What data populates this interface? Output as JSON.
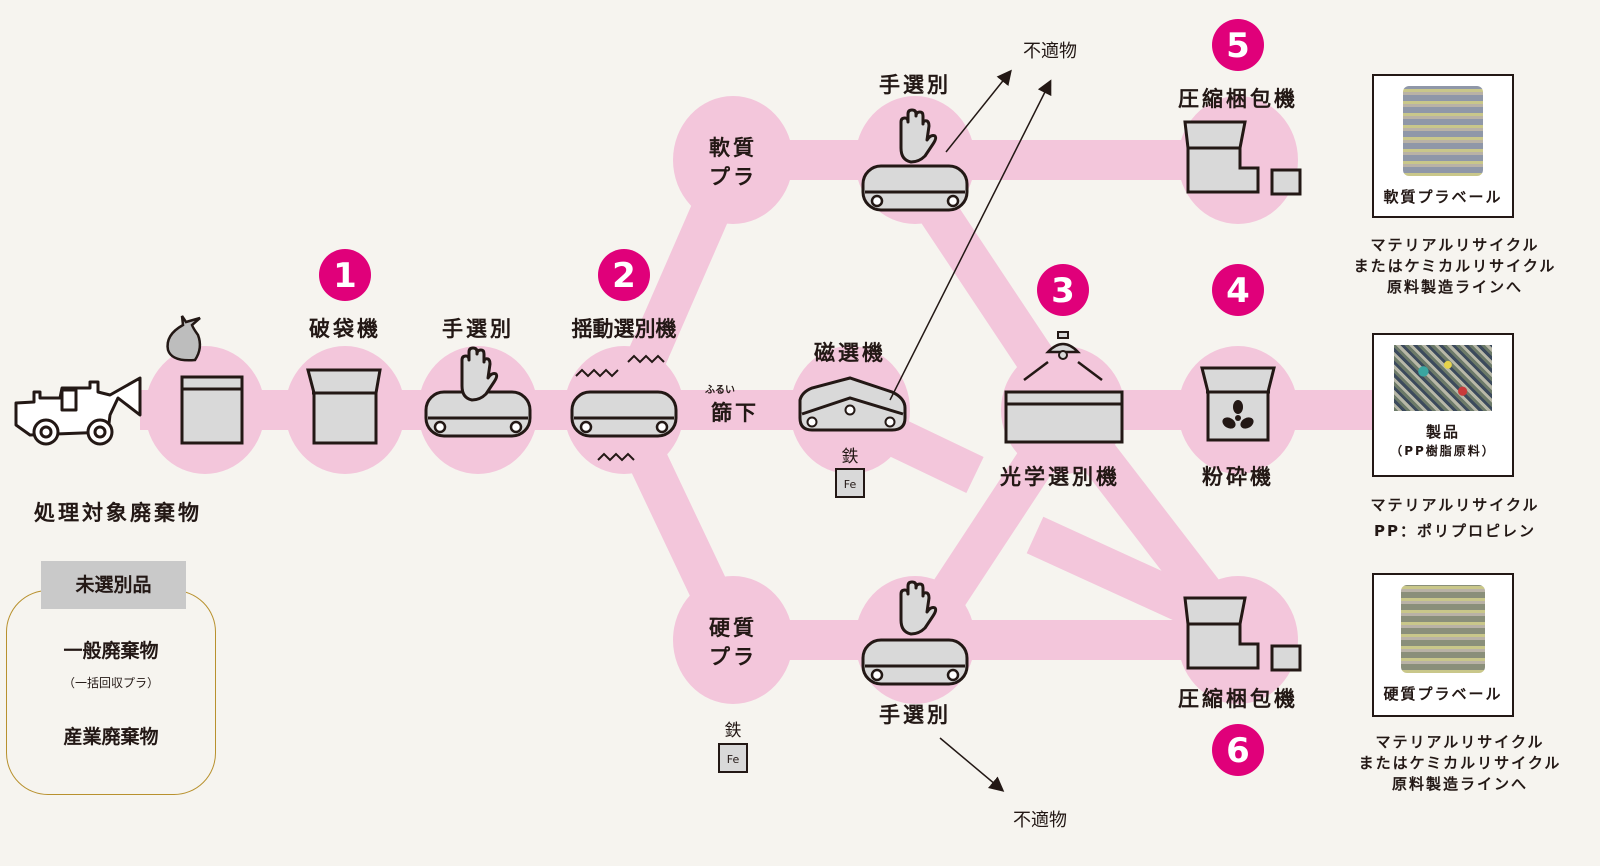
{
  "colors": {
    "path": "#f3c6db",
    "badge": "#e0007a",
    "machine": "#d9d9d9",
    "outline": "#231815",
    "legend_border": "#b8912e"
  },
  "source_label": "処理対象廃棄物",
  "legend": {
    "header": "未選別品",
    "item1": "一般廃棄物",
    "item1_note": "（一括回収プラ）",
    "item2": "産業廃棄物"
  },
  "steps": {
    "bag_breaker": {
      "badge": "1",
      "label": "破袋機"
    },
    "hand_sort_1": {
      "label": "手選別"
    },
    "shaker": {
      "badge": "2",
      "label": "揺動選別機"
    },
    "sieve_under": {
      "ruby": "ふるい",
      "label": "篩下"
    },
    "magnetic": {
      "label": "磁選機",
      "iron": "鉄",
      "fe": "Fe"
    },
    "soft": {
      "label1": "軟質",
      "label2": "プラ"
    },
    "hard": {
      "label1": "硬質",
      "label2": "プラ",
      "iron": "鉄",
      "fe": "Fe"
    },
    "hand_sort_top": {
      "label": "手選別"
    },
    "hand_sort_bottom": {
      "label": "手選別"
    },
    "optical": {
      "badge": "3",
      "label": "光学選別機"
    },
    "crusher": {
      "badge": "4",
      "label": "粉砕機"
    },
    "baler_top": {
      "badge": "5",
      "label": "圧縮梱包機"
    },
    "baler_bottom": {
      "badge": "6",
      "label": "圧縮梱包機"
    },
    "reject_top": "不適物",
    "reject_bottom": "不適物"
  },
  "outputs": [
    {
      "title": "軟質プラベール",
      "note1": "マテリアルリサイクル",
      "note2": "またはケミカルリサイクル",
      "note3": "原料製造ラインへ"
    },
    {
      "title": "製品",
      "subtitle": "（PP樹脂原料）",
      "note1": "マテリアルリサイクル",
      "note2": "PP：ポリプロピレン"
    },
    {
      "title": "硬質プラベール",
      "note1": "マテリアルリサイクル",
      "note2": "またはケミカルリサイクル",
      "note3": "原料製造ラインへ"
    }
  ]
}
